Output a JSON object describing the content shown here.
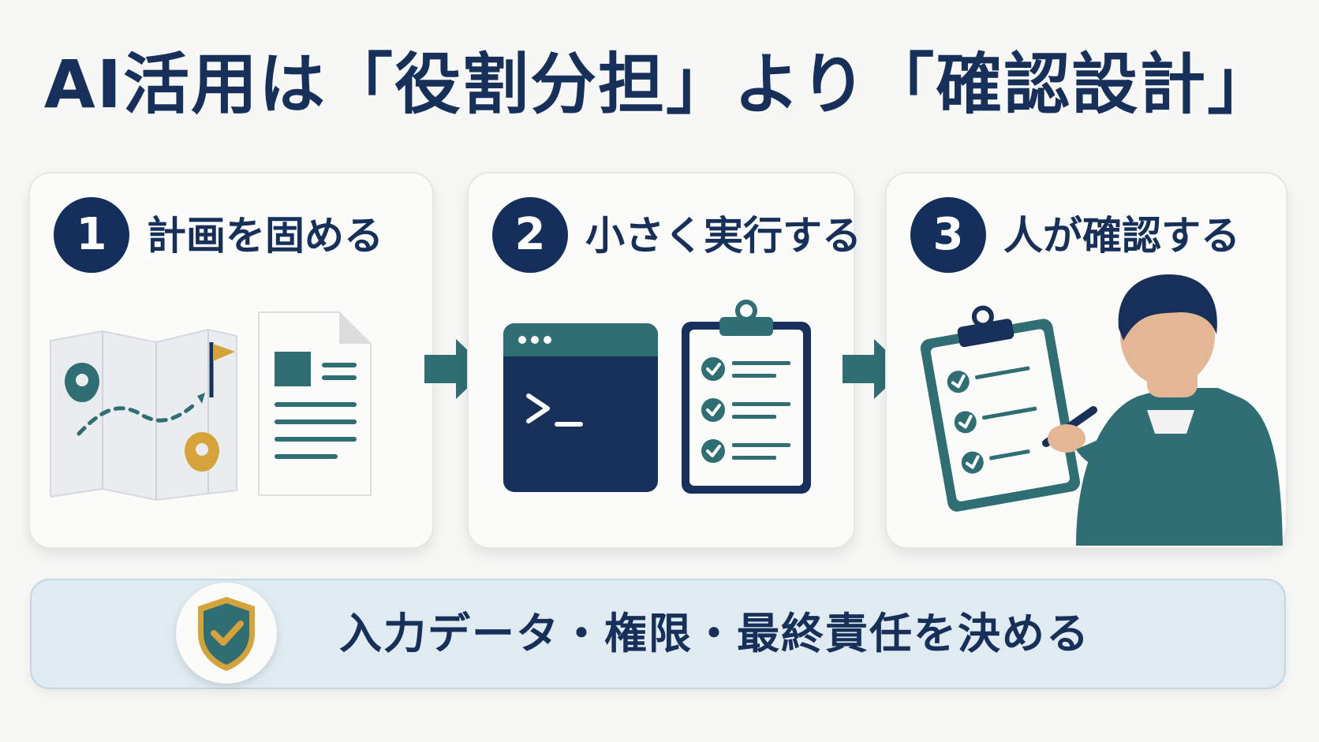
{
  "title": "AI活用は「役割分担」より「確認設計」",
  "steps": [
    {
      "number": "1",
      "label": "計画を固める"
    },
    {
      "number": "2",
      "label": "小さく実行する"
    },
    {
      "number": "3",
      "label": "人が確認する"
    }
  ],
  "footer": {
    "text": "入力データ・権限・最終責任を決める"
  },
  "icons": {
    "step1": [
      "map-icon",
      "document-icon"
    ],
    "step2": [
      "terminal-icon",
      "checklist-icon"
    ],
    "step3": [
      "checklist-icon",
      "person-reviewing-icon"
    ],
    "arrows": [
      "arrow-right-icon",
      "arrow-right-icon"
    ],
    "footer": "shield-check-icon"
  },
  "colors": {
    "navy": "#16305a",
    "teal": "#2f6e72",
    "gold": "#d6a33a",
    "bar": "#dfeaf1"
  }
}
